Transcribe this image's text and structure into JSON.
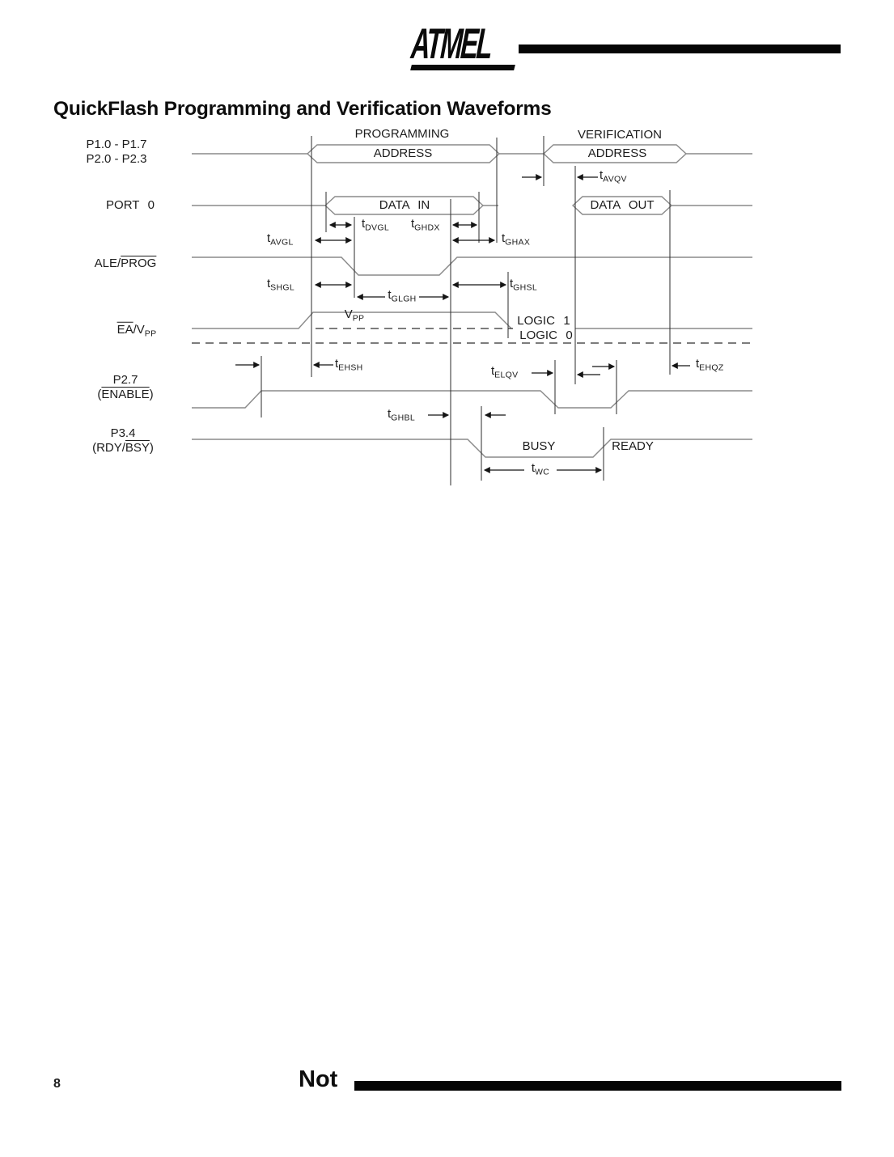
{
  "page": {
    "title": "QuickFlash Programming and Verification Waveforms"
  },
  "header": {
    "logo_text": "ATMEL"
  },
  "diagram": {
    "phases": {
      "programming": "PROGRAMMING",
      "verification": "VERIFICATION"
    },
    "row_labels": {
      "addr_line1": "P1.0 - P1.7",
      "addr_line2": "P2.0 - P2.3",
      "port0": "PORT 0",
      "ale_pre": "ALE/",
      "ale_over": "PROG",
      "ea_over": "EA",
      "ea_mid": "/V",
      "ea_sub": "PP",
      "p27_line1": "P2.7",
      "p27_open": "(",
      "p27_over": "ENABLE",
      "p27_close": ")",
      "p34_line1": "P3.4",
      "p34_open": "(RDY/",
      "p34_over": "BSY",
      "p34_close": ")"
    },
    "bus_labels": {
      "prog_address": "ADDRESS",
      "verif_address": "ADDRESS",
      "data_in": "DATA IN",
      "data_out": "DATA OUT"
    },
    "levels": {
      "vpp_main": "V",
      "vpp_sub": "PP",
      "logic1": "LOGIC 1",
      "logic0": "LOGIC 0"
    },
    "states": {
      "busy": "BUSY",
      "ready": "READY"
    },
    "timings": {
      "avqv": {
        "main": "t",
        "sub": "AVQV"
      },
      "dvgl": {
        "main": "t",
        "sub": "DVGL"
      },
      "ghdx": {
        "main": "t",
        "sub": "GHDX"
      },
      "avgl": {
        "main": "t",
        "sub": "AVGL"
      },
      "ghax": {
        "main": "t",
        "sub": "GHAX"
      },
      "shgl": {
        "main": "t",
        "sub": "SHGL"
      },
      "ghsl": {
        "main": "t",
        "sub": "GHSL"
      },
      "glgh": {
        "main": "t",
        "sub": "GLGH"
      },
      "ehsh": {
        "main": "t",
        "sub": "EHSH"
      },
      "elqv": {
        "main": "t",
        "sub": "ELQV"
      },
      "ehqz": {
        "main": "t",
        "sub": "EHQZ"
      },
      "ghbl": {
        "main": "t",
        "sub": "GHBL"
      },
      "wc": {
        "main": "t",
        "sub": "WC"
      }
    }
  },
  "footer": {
    "page_number": "8",
    "cut_text": "Not"
  }
}
